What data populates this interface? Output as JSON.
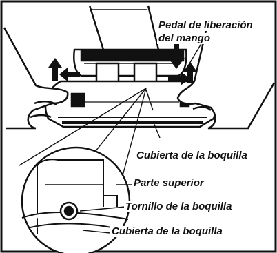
{
  "figure": {
    "labels": {
      "release_pedal_line1": "Pedal de liberación",
      "release_pedal_line2": "del mango",
      "nozzle_cover_top": "Cubierta de la boquilla",
      "top_part": "Parte superior",
      "nozzle_screw": "Tornillo de la boquilla",
      "nozzle_cover_bottom": "Cubierta de la boquilla"
    },
    "colors": {
      "ink": "#111111",
      "paper": "#ffffff"
    }
  }
}
